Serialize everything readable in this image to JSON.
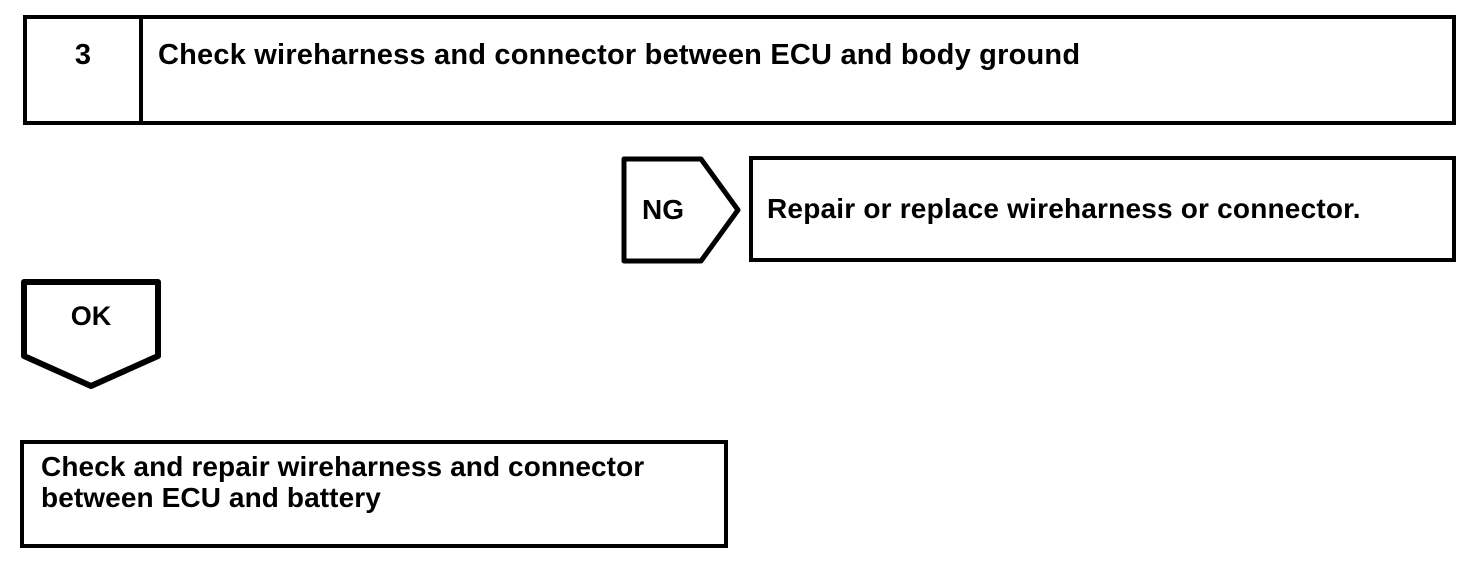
{
  "flowchart": {
    "step": {
      "number": "3",
      "title": "Check wireharness and connector between ECU and body ground"
    },
    "ng_branch": {
      "label": "NG",
      "action": "Repair or replace wireharness or connector."
    },
    "ok_branch": {
      "label": "OK",
      "action_lines": [
        "Check and repair wireharness and connector",
        "between ECU and battery"
      ]
    }
  },
  "colors": {
    "line": "#000000",
    "background": "#ffffff"
  }
}
